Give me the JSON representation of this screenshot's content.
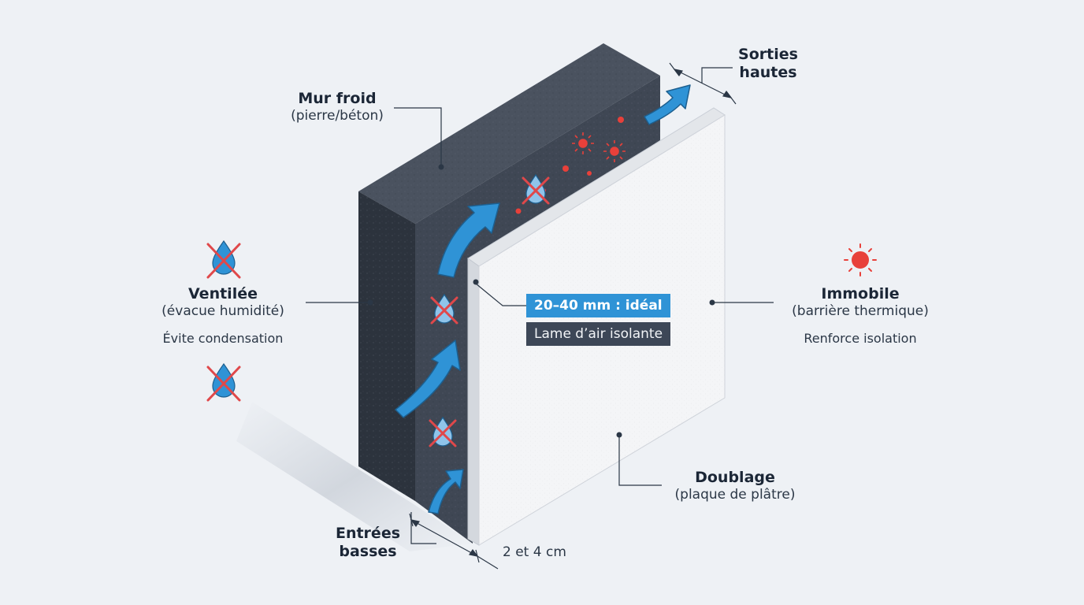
{
  "labels": {
    "mur_froid": {
      "title": "Mur froid",
      "subtitle": "(pierre/béton)"
    },
    "sorties_hautes": {
      "line1": "Sorties",
      "line2": "hautes"
    },
    "ventilee": {
      "title": "Ventilée",
      "subtitle": "(évacue humidité)",
      "note": "Évite condensation"
    },
    "immobile": {
      "title": "Immobile",
      "subtitle": "(barrière thermique)",
      "note": "Renforce isolation"
    },
    "doublage": {
      "title": "Doublage",
      "subtitle": "(plaque de plâtre)"
    },
    "entrees_basses": {
      "line1": "Entrées",
      "line2": "basses"
    }
  },
  "badges": {
    "ideal": "20–40 mm : idéal",
    "lame": "Lame d’air isolante"
  },
  "dimension": "2 et 4 cm",
  "icons": {
    "moisture_blocked": "water-drop-crossed-icon",
    "heat": "sun-heat-icon",
    "airflow": "airflow-arrow-icon",
    "particles": "warm-particle-icon"
  },
  "colors": {
    "background": "#eef1f5",
    "wall_front": "#3b4350",
    "wall_top": "#4a525f",
    "wall_side": "#2c333d",
    "air_gap": "#3f4754",
    "board_face": "#f4f5f7",
    "airflow_blue": "#2f93d6",
    "cross_red": "#e0484a",
    "heat_red": "#e8403a",
    "leader_line": "#2b3746"
  }
}
